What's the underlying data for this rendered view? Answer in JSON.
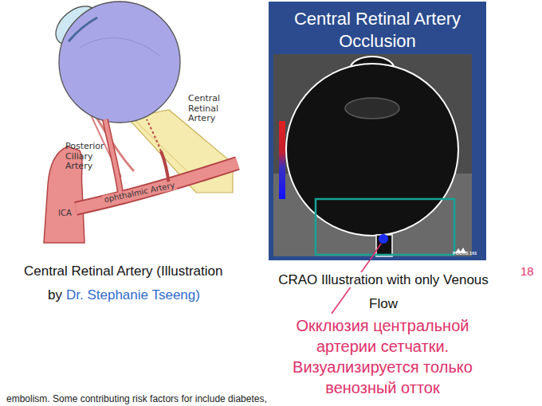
{
  "diagram": {
    "nodes": [
      {
        "text": [
          "Central Retinal Artery Occlusion"
        ]
      }
    ],
    "labels": [
      "Central Retinal Artery",
      "Posterior Ciliary Artery",
      "ophthalmic Artery",
      "ICA",
      "POCUS 101",
      "Central Retinal Artery (Illustration",
      "by",
      "Dr. Stephanie Tseeng)",
      "CRAO Illustration with only Venous Flow",
      "Окклюзия центральной артерии сетчатки. Визуализируется только венозный отток",
      "18",
      "embolism. Some contributing risk factors for include diabetes,"
    ]
  }
}
